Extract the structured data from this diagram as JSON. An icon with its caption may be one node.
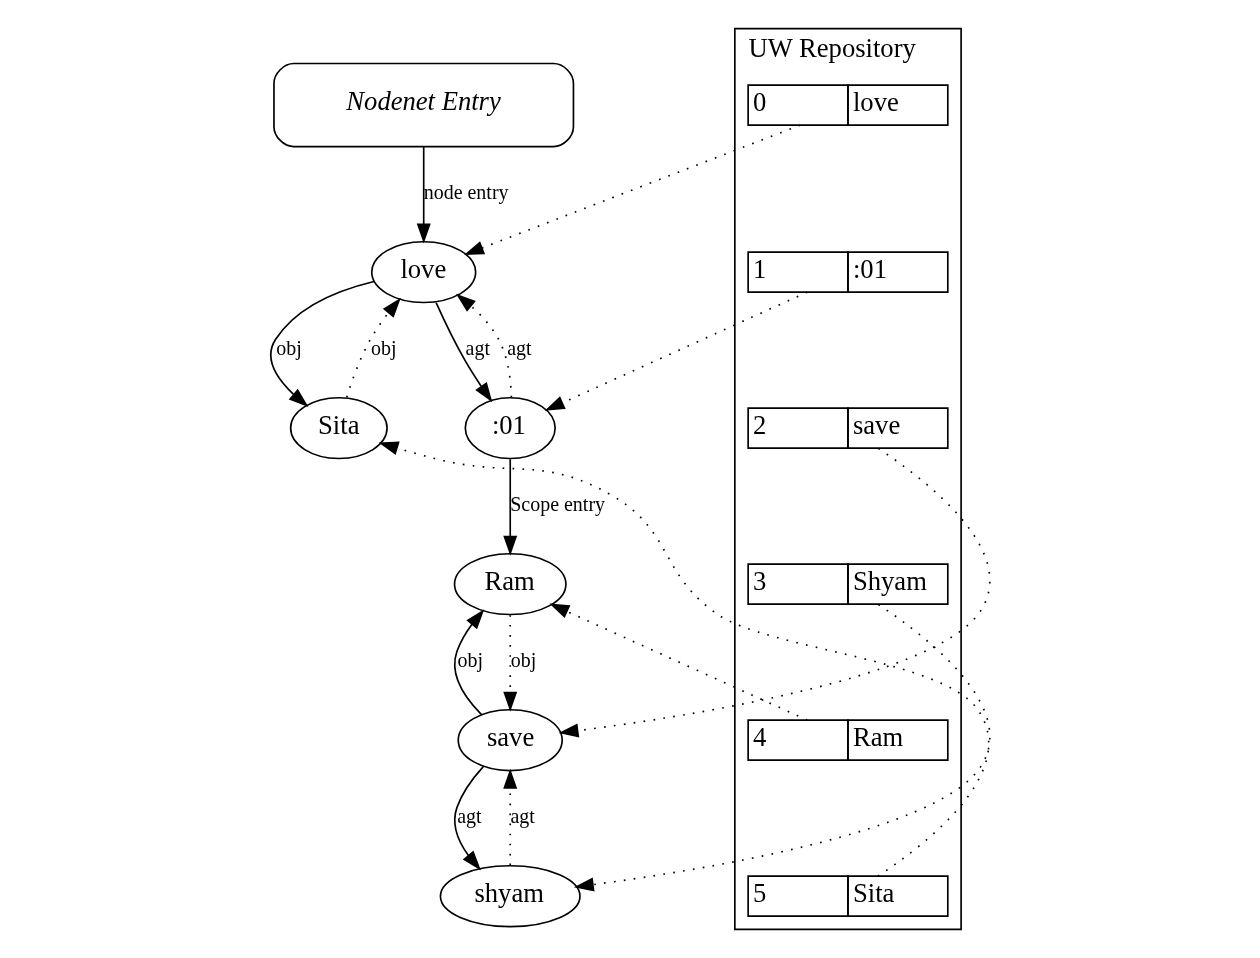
{
  "diagram": {
    "nodes": [
      {
        "text": [
          "Nodenet Entry"
        ]
      },
      {
        "text": [
          "love"
        ]
      },
      {
        "text": [
          ":01"
        ]
      },
      {
        "text": [
          "Sita"
        ]
      },
      {
        "text": [
          "save"
        ]
      },
      {
        "text": [
          "shyam"
        ]
      },
      {
        "text": [
          "Ram"
        ]
      },
      {
        "text": [
          "UW Repository"
        ]
      },
      {
        "text": [
          "0",
          "love"
        ],
        "in": 7
      },
      {
        "text": [
          "1",
          ":01"
        ],
        "in": 7
      },
      {
        "text": [
          "2",
          "save"
        ],
        "in": 7
      },
      {
        "text": [
          "3",
          "Shyam"
        ],
        "in": 7
      },
      {
        "text": [
          "4",
          "Ram"
        ],
        "in": 7
      },
      {
        "text": [
          "5",
          "Sita"
        ],
        "in": 7
      }
    ],
    "edges": [
      {
        "from": 0,
        "to": 1,
        "arrow": "to",
        "label": "node entry"
      },
      {
        "from": 1,
        "to": 2,
        "arrow": "to",
        "label": "agt"
      },
      {
        "from": 2,
        "to": 1,
        "arrow": "to",
        "label": "agt",
        "style": "dashed"
      },
      {
        "from": 1,
        "to": 3,
        "arrow": "to",
        "label": "obj"
      },
      {
        "from": 3,
        "to": 1,
        "arrow": "to",
        "label": "obj",
        "style": "dashed"
      },
      {
        "from": 2,
        "to": 6,
        "arrow": "to",
        "label": "Scope entry"
      },
      {
        "from": 4,
        "to": 5,
        "arrow": "to",
        "label": "agt"
      },
      {
        "from": 5,
        "to": 4,
        "arrow": "to",
        "label": "agt",
        "style": "dashed"
      },
      {
        "from": 4,
        "to": 6,
        "arrow": "to",
        "label": "obj"
      },
      {
        "from": 6,
        "to": 4,
        "arrow": "to",
        "label": "obj",
        "style": "dashed"
      },
      {
        "from": 8,
        "to": 1,
        "arrow": "to",
        "style": "dashed"
      },
      {
        "from": 9,
        "to": 2,
        "arrow": "to",
        "style": "dashed"
      },
      {
        "from": 10,
        "to": 4,
        "arrow": "to",
        "style": "dashed"
      },
      {
        "from": 11,
        "to": 5,
        "arrow": "to",
        "style": "dashed"
      },
      {
        "from": 12,
        "to": 6,
        "arrow": "to",
        "style": "dashed"
      },
      {
        "from": 13,
        "to": 3,
        "arrow": "to",
        "style": "dashed"
      }
    ]
  }
}
